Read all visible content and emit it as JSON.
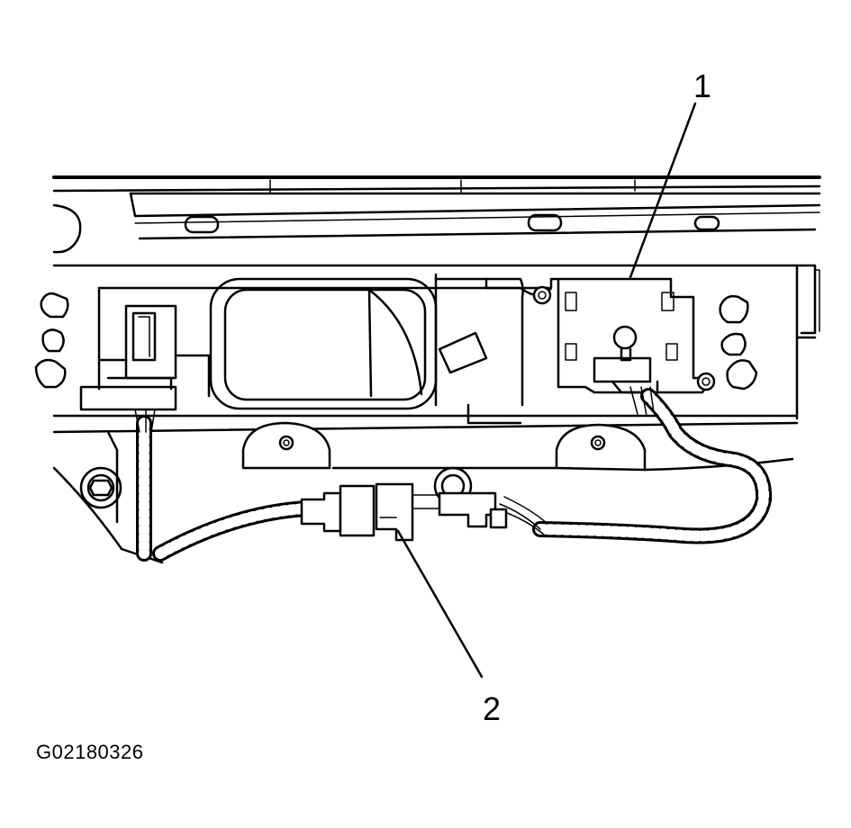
{
  "callouts": {
    "one": "1",
    "two": "2"
  },
  "figure_id": "G02180326"
}
